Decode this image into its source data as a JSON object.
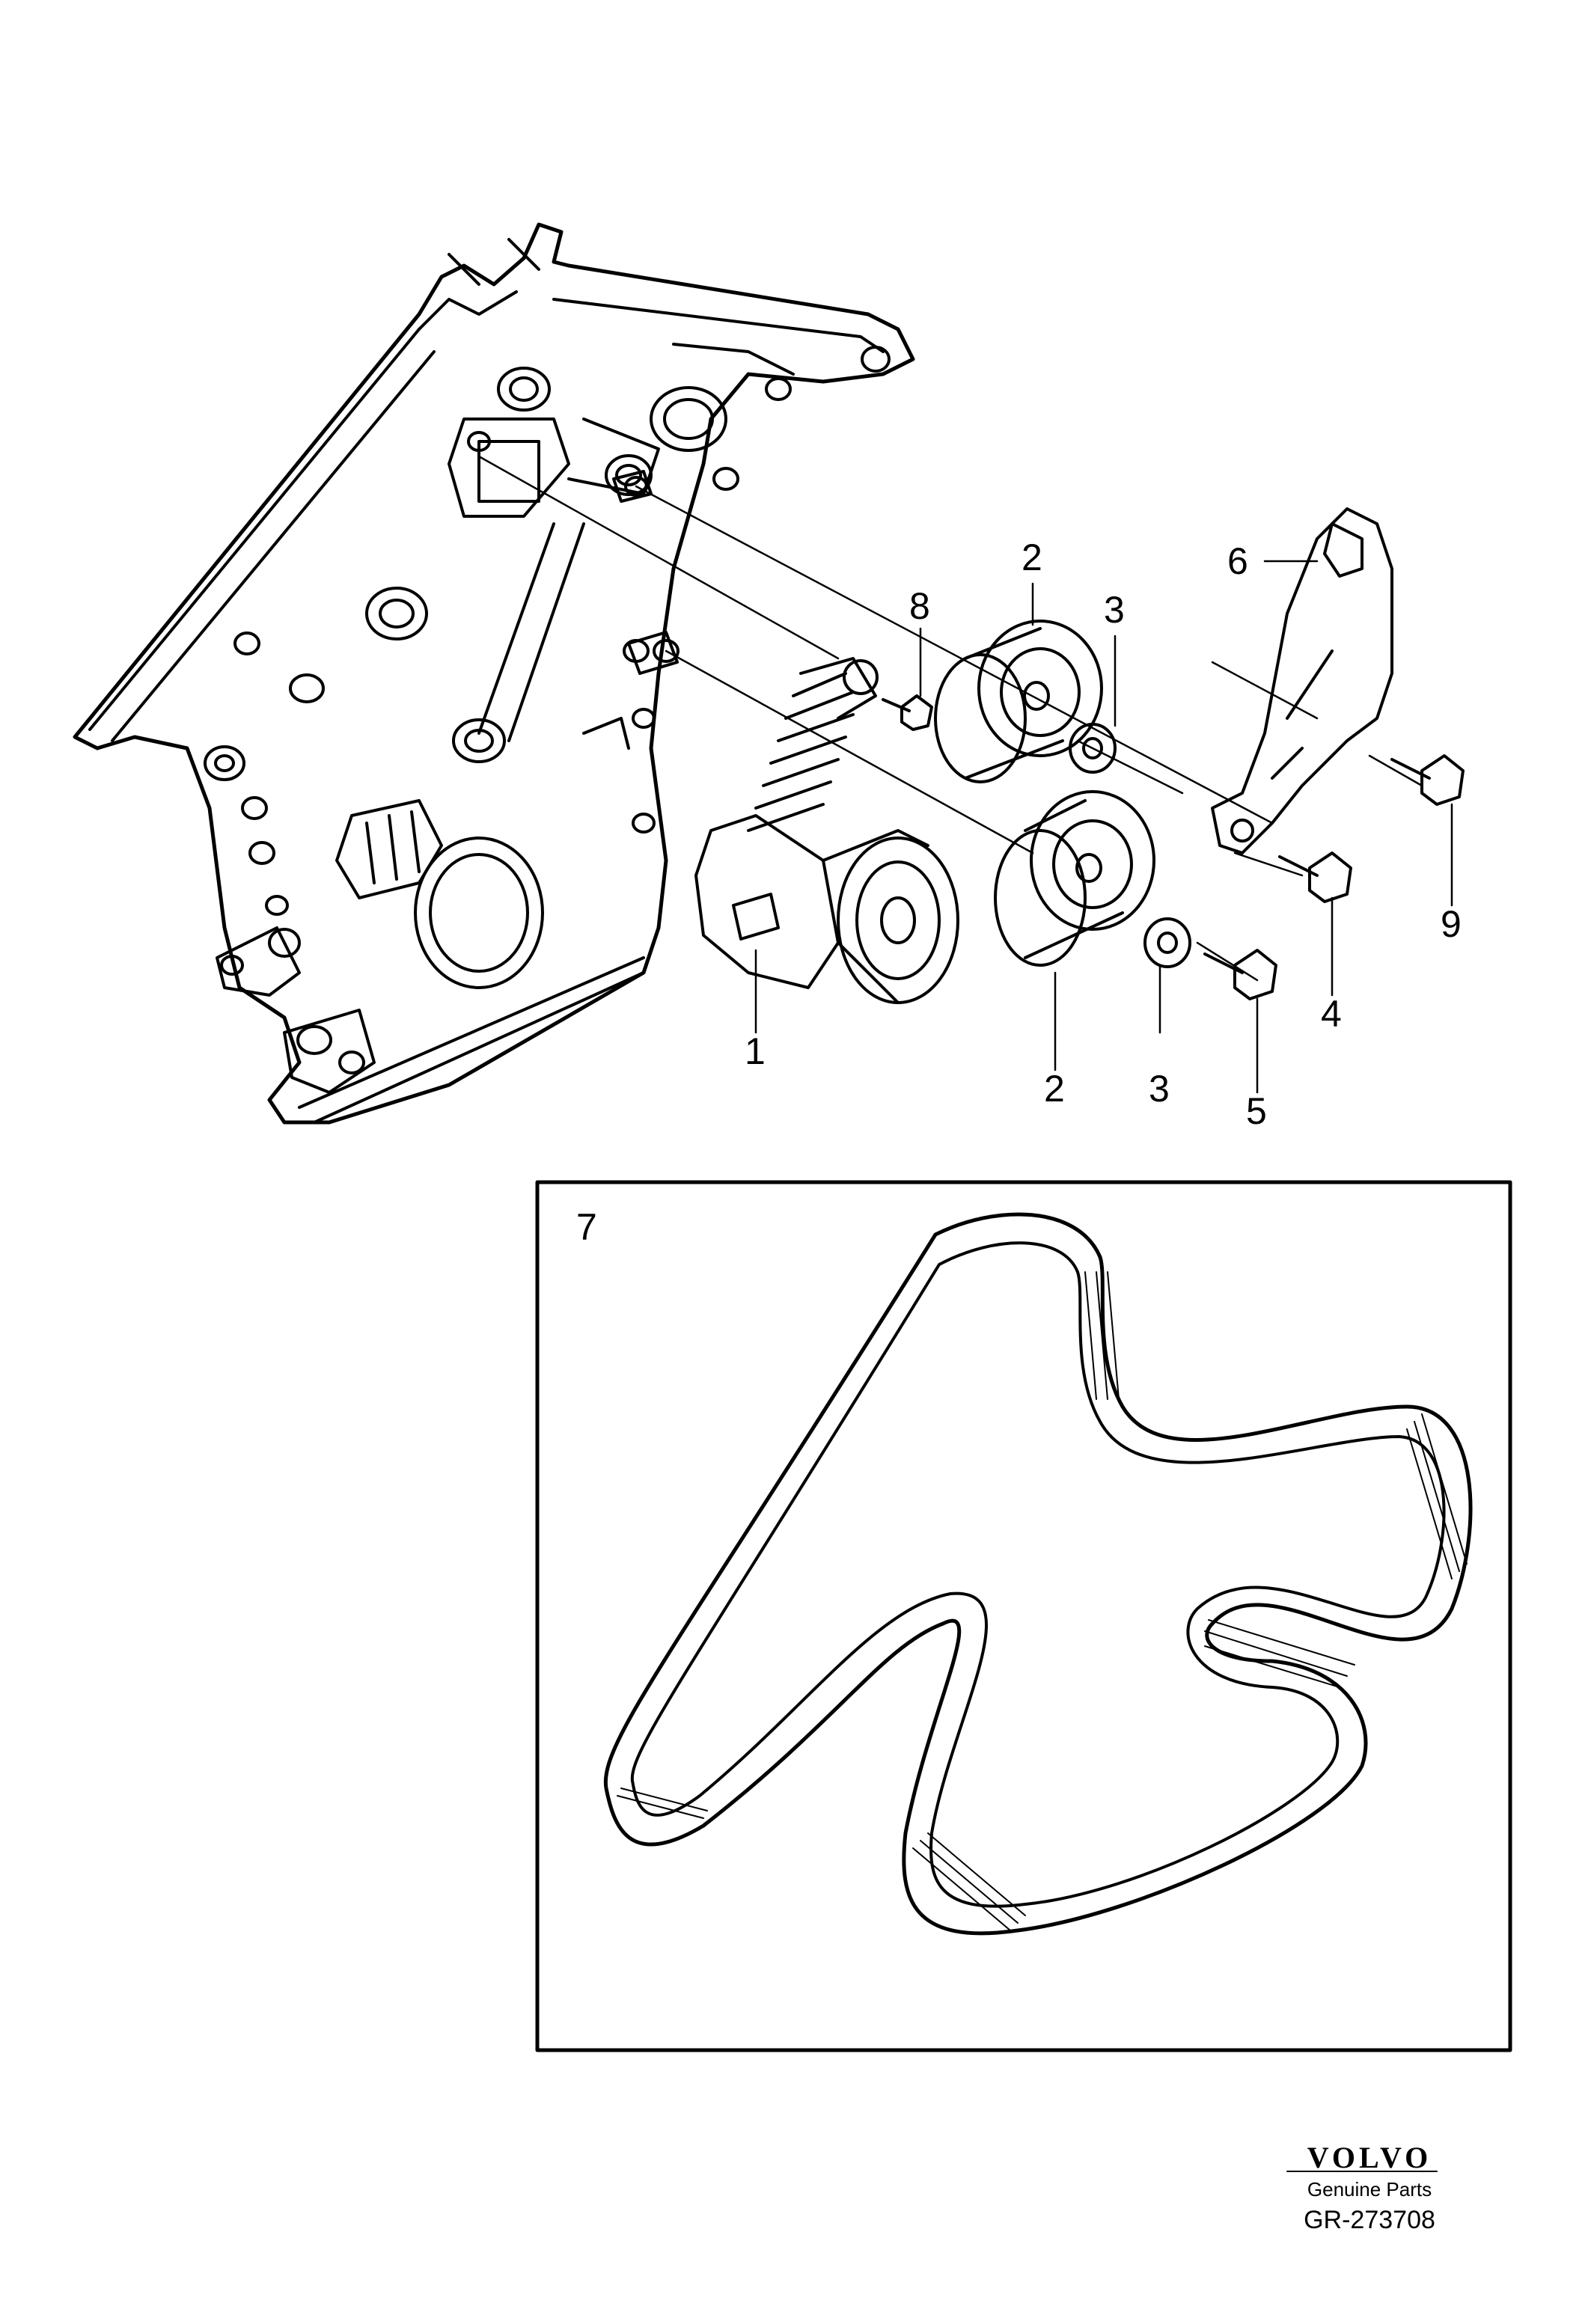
{
  "callouts": {
    "c1": "1",
    "c2a": "2",
    "c2b": "2",
    "c3a": "3",
    "c3b": "3",
    "c4": "4",
    "c5": "5",
    "c6": "6",
    "c7": "7",
    "c8": "8",
    "c9": "9"
  },
  "footer": {
    "brand": "VOLVO",
    "sub": "Genuine Parts",
    "ref": "GR-273708"
  }
}
